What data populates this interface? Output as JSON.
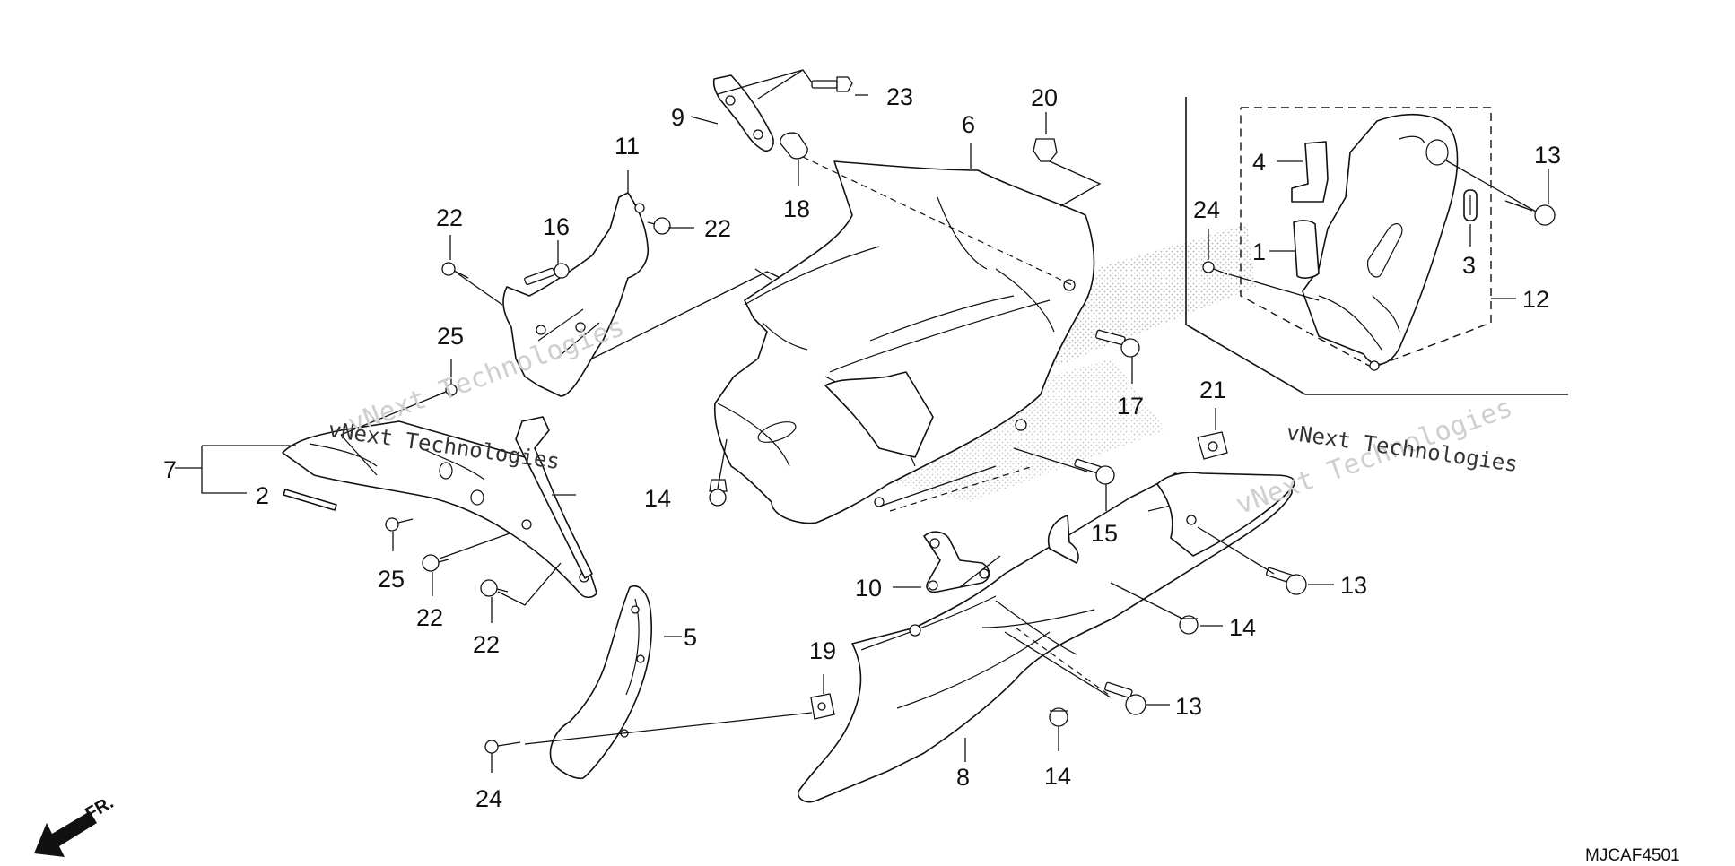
{
  "diagram_code": "MJCAF4501",
  "direction_label": "FR.",
  "watermark_lines": [
    "vNext Technologies"
  ],
  "callouts": [
    {
      "id": "c1",
      "label": "1"
    },
    {
      "id": "c2",
      "label": "2"
    },
    {
      "id": "c3",
      "label": "3"
    },
    {
      "id": "c4",
      "label": "4"
    },
    {
      "id": "c5",
      "label": "5"
    },
    {
      "id": "c6",
      "label": "6"
    },
    {
      "id": "c7",
      "label": "7"
    },
    {
      "id": "c8",
      "label": "8"
    },
    {
      "id": "c9",
      "label": "9"
    },
    {
      "id": "c10",
      "label": "10"
    },
    {
      "id": "c11",
      "label": "11"
    },
    {
      "id": "c12",
      "label": "12"
    },
    {
      "id": "c13a",
      "label": "13"
    },
    {
      "id": "c13b",
      "label": "13"
    },
    {
      "id": "c13c",
      "label": "13"
    },
    {
      "id": "c14a",
      "label": "14"
    },
    {
      "id": "c14b",
      "label": "14"
    },
    {
      "id": "c14c",
      "label": "14"
    },
    {
      "id": "c15",
      "label": "15"
    },
    {
      "id": "c16",
      "label": "16"
    },
    {
      "id": "c17",
      "label": "17"
    },
    {
      "id": "c18",
      "label": "18"
    },
    {
      "id": "c19",
      "label": "19"
    },
    {
      "id": "c20",
      "label": "20"
    },
    {
      "id": "c21",
      "label": "21"
    },
    {
      "id": "c22a",
      "label": "22"
    },
    {
      "id": "c22b",
      "label": "22"
    },
    {
      "id": "c22c",
      "label": "22"
    },
    {
      "id": "c22d",
      "label": "22"
    },
    {
      "id": "c23",
      "label": "23"
    },
    {
      "id": "c24a",
      "label": "24"
    },
    {
      "id": "c24b",
      "label": "24"
    },
    {
      "id": "c25a",
      "label": "25"
    },
    {
      "id": "c25b",
      "label": "25"
    }
  ]
}
